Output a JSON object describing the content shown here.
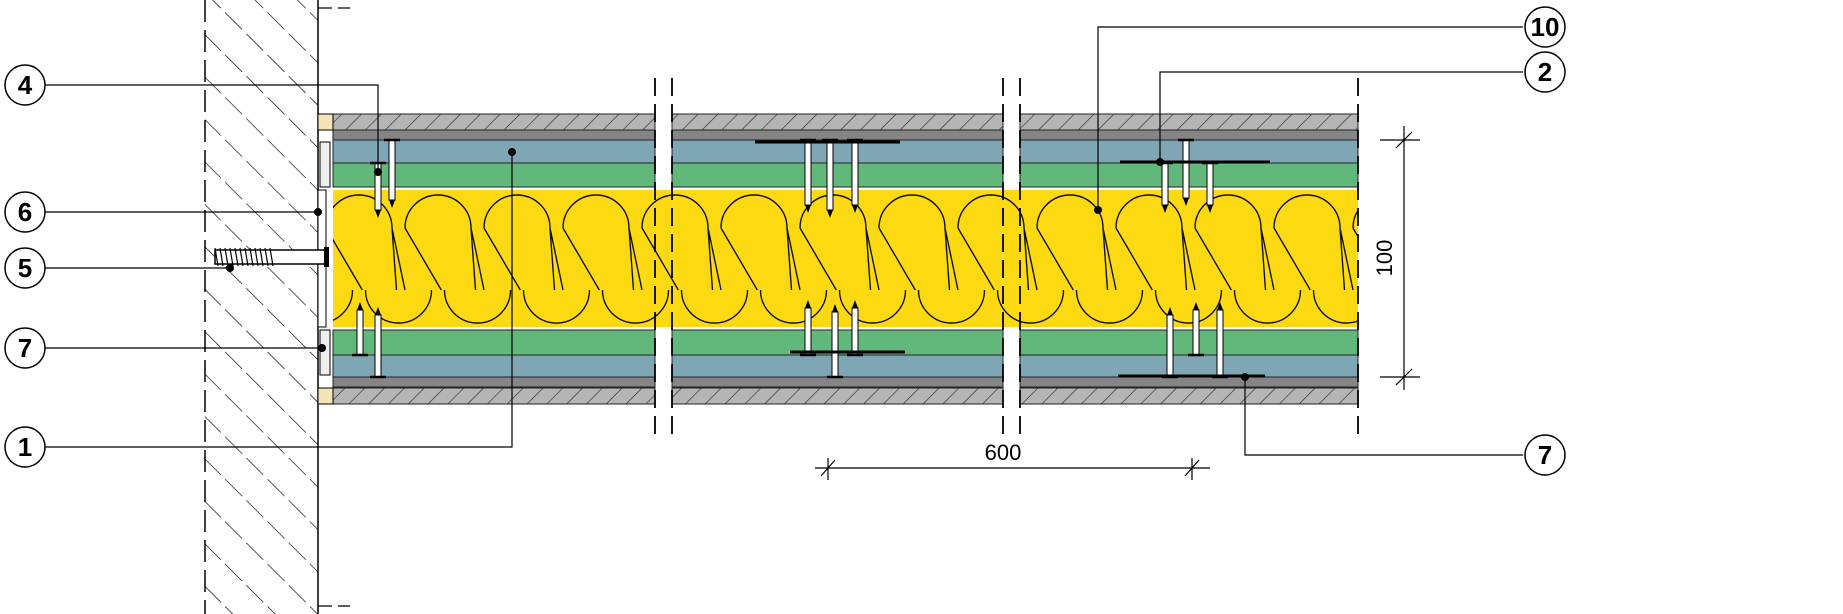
{
  "callouts_left": [
    {
      "id": "callout-4",
      "label": "4"
    },
    {
      "id": "callout-6",
      "label": "6"
    },
    {
      "id": "callout-5",
      "label": "5"
    },
    {
      "id": "callout-7-left",
      "label": "7"
    },
    {
      "id": "callout-1",
      "label": "1"
    }
  ],
  "callouts_right": [
    {
      "id": "callout-10",
      "label": "10"
    },
    {
      "id": "callout-2",
      "label": "2"
    },
    {
      "id": "callout-7-right",
      "label": "7"
    }
  ],
  "dimensions": {
    "horizontal": "600",
    "vertical": "100"
  },
  "colors": {
    "insulation": "#fdd912",
    "green_board": "#62b87a",
    "blue_board": "#7fa6b5",
    "dark_layer": "#858585",
    "finish": "#b5b5b5",
    "wood": "#f5e4b8"
  }
}
